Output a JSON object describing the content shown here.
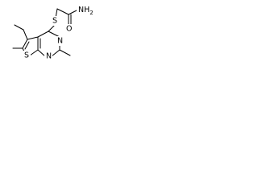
{
  "figure": {
    "type": "chemical-structure",
    "colors": {
      "bond": "#000000",
      "label": "#000000",
      "background": "#ffffff"
    }
  },
  "atoms": {
    "nh2": "NH2",
    "carbonyl_o": "O",
    "thioether_s": "S",
    "pyrimidine_n3": "N",
    "pyrimidine_n1": "N",
    "thiophene_s": "S"
  }
}
